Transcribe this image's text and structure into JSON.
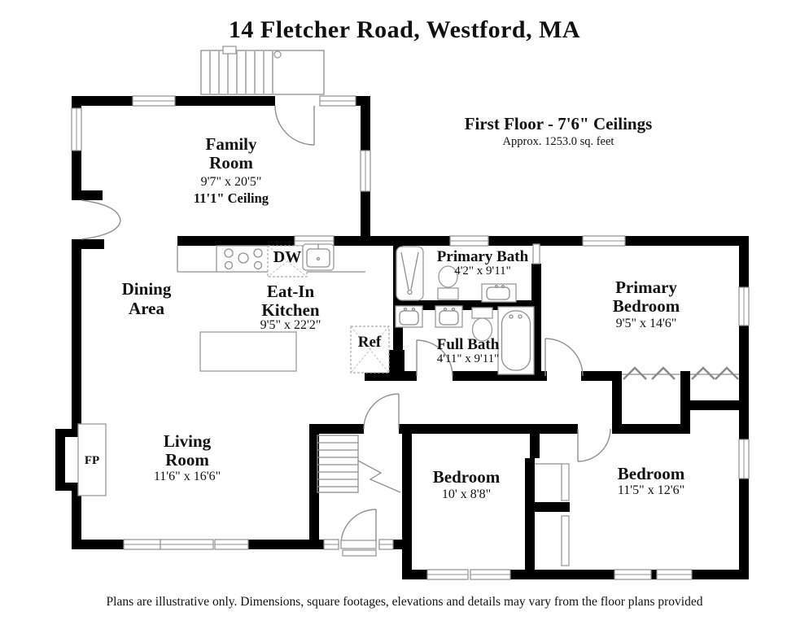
{
  "page": {
    "title": "14 Fletcher Road, Westford, MA",
    "disclaimer": "Plans are illustrative only. Dimensions, square footages, elevations and details may vary from the floor plans provided"
  },
  "floor": {
    "heading": "First Floor - 7'6\" Ceilings",
    "area_note": "Approx. 1253.0 sq. feet"
  },
  "rooms": {
    "family_room": {
      "line1": "Family",
      "line2": "Room",
      "dims": "9'7\" x 20'5\"",
      "ceiling": "11'1\" Ceiling"
    },
    "dining_area": {
      "line1": "Dining",
      "line2": "Area"
    },
    "kitchen": {
      "line1": "Eat-In",
      "line2": "Kitchen",
      "dims": "9'5\" x 22'2\""
    },
    "primary_bath": {
      "line1": "Primary Bath",
      "dims": "4'2\" x 9'11\""
    },
    "full_bath": {
      "line1": "Full Bath",
      "dims": "4'11\" x 9'11\""
    },
    "primary_bedroom": {
      "line1": "Primary",
      "line2": "Bedroom",
      "dims": "9'5\" x 14'6\""
    },
    "living_room": {
      "line1": "Living",
      "line2": "Room",
      "dims": "11'6\" x 16'6\""
    },
    "bedroom_1": {
      "line1": "Bedroom",
      "dims": "10' x 8'8\""
    },
    "bedroom_2": {
      "line1": "Bedroom",
      "dims": "11'5\" x 12'6\""
    }
  },
  "fixtures": {
    "fireplace": "FP",
    "dishwasher": "DW",
    "refrigerator": "Ref"
  },
  "colors": {
    "wall": "#000000",
    "fixture_line": "#8f8f8f",
    "text": "#111111",
    "background": "#ffffff"
  }
}
